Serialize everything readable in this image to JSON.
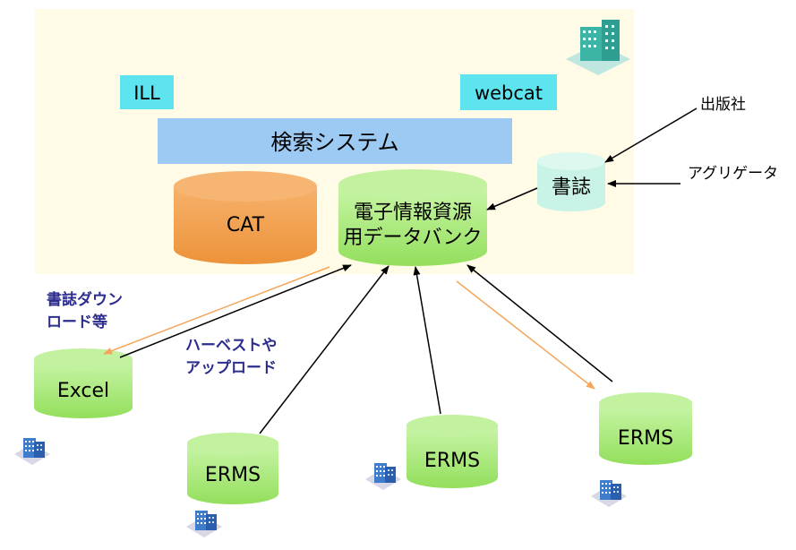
{
  "system": {
    "ill": "ILL",
    "webcat": "webcat",
    "search_system": "検索システム",
    "cat": "CAT",
    "databank_line1": "電子情報資源",
    "databank_line2": "用データバンク",
    "biblio": "書誌"
  },
  "external": {
    "publisher": "出版社",
    "aggregator": "アグリゲータ"
  },
  "notes": {
    "download_line1": "書誌ダウン",
    "download_line2": "ロード等",
    "harvest_line1": "ハーベストや",
    "harvest_line2": "アップロード"
  },
  "clients": {
    "excel": "Excel",
    "erms_1": "ERMS",
    "erms_2": "ERMS",
    "erms_3": "ERMS"
  },
  "colors": {
    "system_bg": "#fffbe6",
    "label_box": "#5ee4ee",
    "search_bar": "#9ccaf2",
    "cat": "#f29e45",
    "green_cylinder": "#a6e874",
    "biblio_cylinder": "#c8f3e6",
    "arrow_orange": "#f4a55a",
    "note_blue": "#2d2d8e"
  }
}
